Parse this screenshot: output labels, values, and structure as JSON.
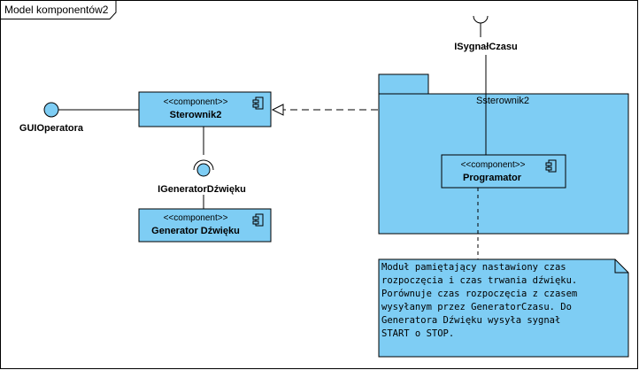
{
  "frame": {
    "title": "Model komponentów2"
  },
  "components": [
    {
      "id": "sterownik2",
      "stereotype": "<<component>>",
      "name": "Sterownik2"
    },
    {
      "id": "generator",
      "stereotype": "<<component>>",
      "name": "Generator Dźwięku"
    },
    {
      "id": "programator",
      "stereotype": "<<component>>",
      "name": "Programator"
    }
  ],
  "interfaces": {
    "gui_operatora": "GUIOperatora",
    "igenerator_dzwieku": "IGeneratorDźwięku",
    "isygnal_czasu": "ISygnałCzasu"
  },
  "package": {
    "name": "Ssterownik2"
  },
  "note": {
    "lines": [
      "Moduł pamiętający nastawiony czas",
      "rozpoczęcia i czas trwania dźwięku.",
      "Porównuje czas rozpoczęcia z czasem",
      "wysyłanym przez GeneratorCzasu. Do",
      "Generatora Dźwięku wysyła sygnał",
      "START o STOP."
    ]
  },
  "colors": {
    "fill": "#7ecdf4",
    "stroke": "#000000"
  }
}
